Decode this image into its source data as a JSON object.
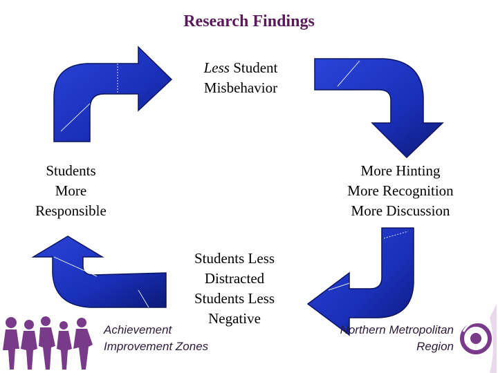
{
  "title": "Research Findings",
  "nodes": {
    "top": {
      "italic": "Less",
      "rest": " Student",
      "line2": "Misbehavior"
    },
    "right": [
      "More Hinting",
      "More Recognition",
      "More Discussion"
    ],
    "bottom": [
      "Students Less",
      "Distracted",
      "Students Less",
      "Negative"
    ],
    "left": [
      "Students",
      "More",
      "Responsible"
    ]
  },
  "footer": {
    "left": [
      "Achievement",
      "Improvement Zones"
    ],
    "right": [
      "Northern Metropolitan",
      "Region"
    ]
  },
  "colors": {
    "arrow_fill": "#1a2fb8",
    "arrow_dark": "#0a1460",
    "title": "#5a1a5a",
    "logo": "#7a3a8a"
  }
}
